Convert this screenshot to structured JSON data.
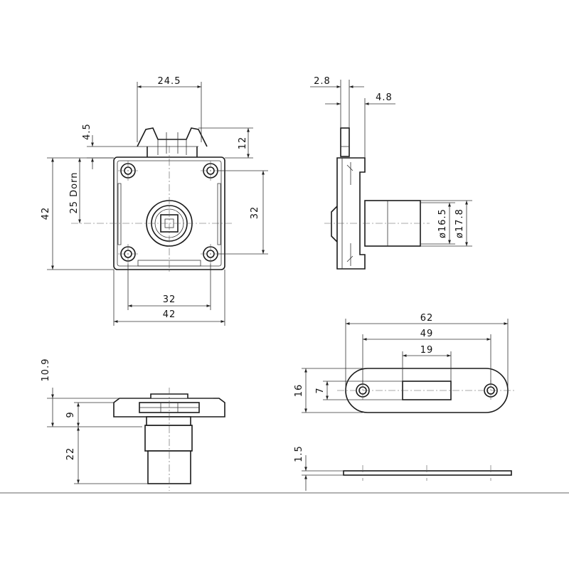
{
  "dimensions": {
    "front_top_width": "24.5",
    "front_cam_height": "4.5",
    "front_cam_right": "12",
    "front_overall_height": "42",
    "front_dorn": "25 Dorn",
    "front_hole_vertical": "32",
    "front_hole_horizontal": "32",
    "front_overall_width": "42",
    "side_bolt": "2.8",
    "side_bolt_offset": "4.8",
    "side_cyl_inner": "ø16.5",
    "side_cyl_outer": "ø17.8",
    "bottom_total": "10.9",
    "bottom_flange": "9",
    "bottom_cylinder": "22",
    "plate_length": "62",
    "plate_holes": "49",
    "plate_slot": "19",
    "plate_height": "16",
    "plate_slot_height": "7",
    "plate_thickness": "1.5"
  }
}
